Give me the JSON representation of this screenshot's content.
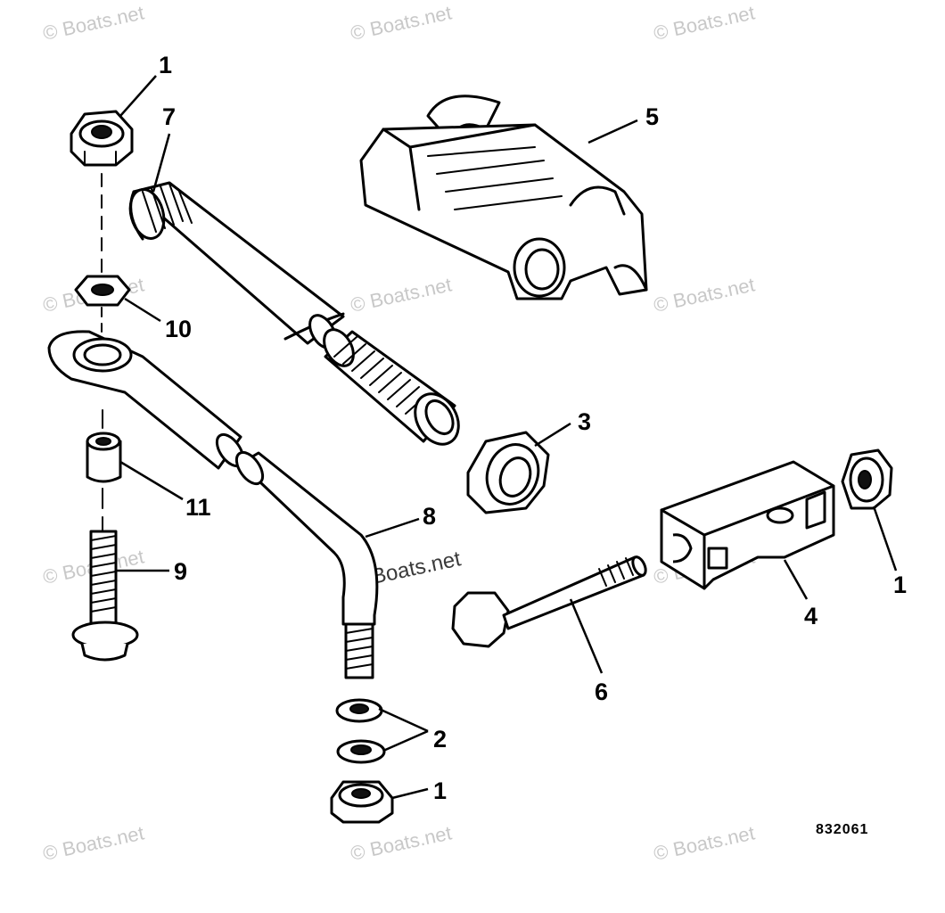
{
  "diagram": {
    "callouts": [
      {
        "id": "c1a",
        "text": "1"
      },
      {
        "id": "c7",
        "text": "7"
      },
      {
        "id": "c5",
        "text": "5"
      },
      {
        "id": "c10",
        "text": "10"
      },
      {
        "id": "c3",
        "text": "3"
      },
      {
        "id": "c11",
        "text": "11"
      },
      {
        "id": "c8",
        "text": "8"
      },
      {
        "id": "c9",
        "text": "9"
      },
      {
        "id": "c1b",
        "text": "1"
      },
      {
        "id": "c4",
        "text": "4"
      },
      {
        "id": "c6",
        "text": "6"
      },
      {
        "id": "c2",
        "text": "2"
      },
      {
        "id": "c1c",
        "text": "1"
      }
    ],
    "figure_number": "832061"
  },
  "watermark": {
    "text": "© Boats.net"
  }
}
